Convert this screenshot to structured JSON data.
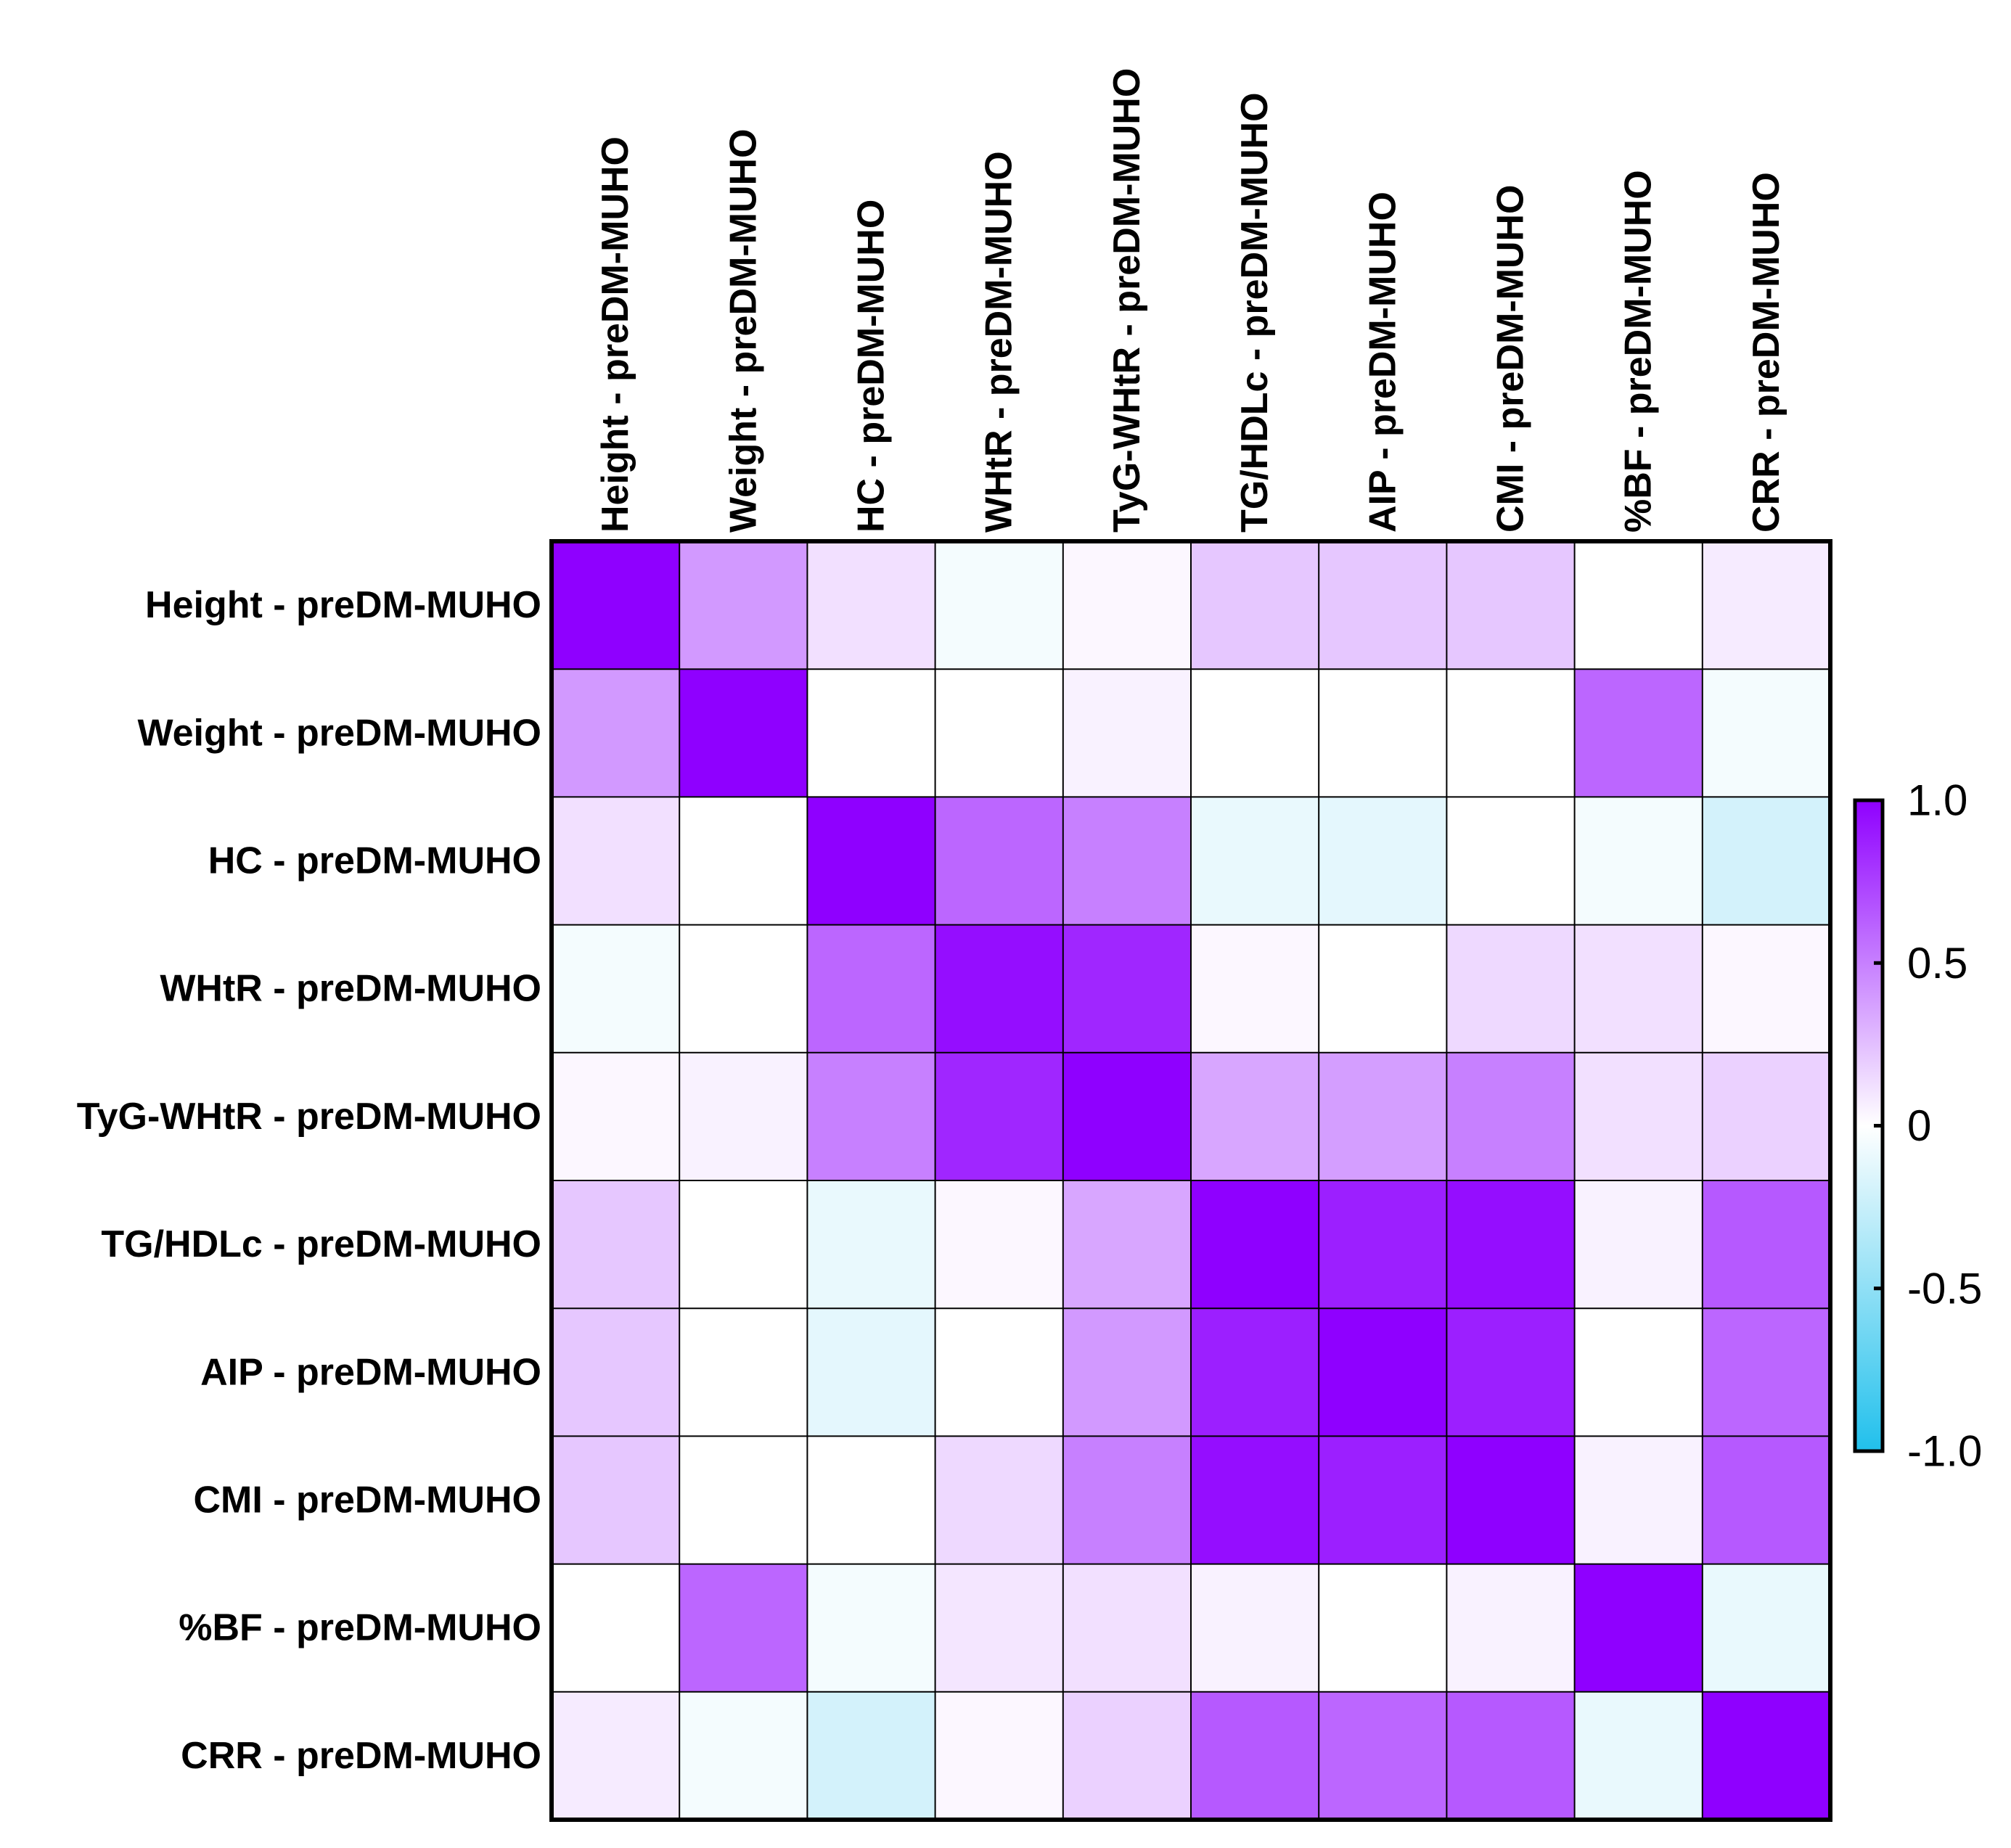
{
  "chart_data": {
    "type": "heatmap",
    "title": "",
    "xlabel": "",
    "ylabel": "",
    "labels": [
      "Height - preDM-MUHO",
      "Weight - preDM-MUHO",
      "HC - preDM-MUHO",
      "WHtR - preDM-MUHO",
      "TyG-WHtR - preDM-MUHO",
      "TG/HDLc - preDM-MUHO",
      "AIP - preDM-MUHO",
      "CMI - preDM-MUHO",
      "%BF - preDM-MUHO",
      "CRR - preDM-MUHO"
    ],
    "values": [
      [
        1.0,
        0.4,
        0.12,
        -0.05,
        0.03,
        0.22,
        0.22,
        0.22,
        0.0,
        0.08
      ],
      [
        0.4,
        1.0,
        0.0,
        0.0,
        0.05,
        0.0,
        0.0,
        0.0,
        0.6,
        -0.05
      ],
      [
        0.12,
        0.0,
        1.0,
        0.6,
        0.5,
        -0.1,
        -0.12,
        0.0,
        -0.05,
        -0.2
      ],
      [
        -0.05,
        0.0,
        0.6,
        0.95,
        0.85,
        0.03,
        0.0,
        0.15,
        0.12,
        0.03
      ],
      [
        0.03,
        0.05,
        0.5,
        0.85,
        1.0,
        0.35,
        0.38,
        0.5,
        0.12,
        0.18
      ],
      [
        0.22,
        0.0,
        -0.1,
        0.03,
        0.35,
        1.0,
        0.88,
        0.95,
        0.05,
        0.65
      ],
      [
        0.22,
        0.0,
        -0.12,
        0.0,
        0.4,
        0.88,
        1.0,
        0.88,
        0.0,
        0.6
      ],
      [
        0.22,
        0.0,
        0.0,
        0.15,
        0.5,
        0.95,
        0.88,
        1.0,
        0.05,
        0.65
      ],
      [
        0.0,
        0.6,
        -0.05,
        0.1,
        0.12,
        0.05,
        0.0,
        0.05,
        1.0,
        -0.1
      ],
      [
        0.08,
        -0.05,
        -0.2,
        0.03,
        0.18,
        0.65,
        0.6,
        0.65,
        -0.1,
        1.0
      ]
    ],
    "color_range": [
      -1.0,
      1.0
    ],
    "colorbar_ticks": [
      "1.0",
      "0.5",
      "0",
      "-0.5",
      "-1.0"
    ],
    "colors": {
      "positive": "#8f00ff",
      "zero": "#ffffff",
      "negative": "#21c0ec"
    },
    "legend_placement": "right"
  }
}
